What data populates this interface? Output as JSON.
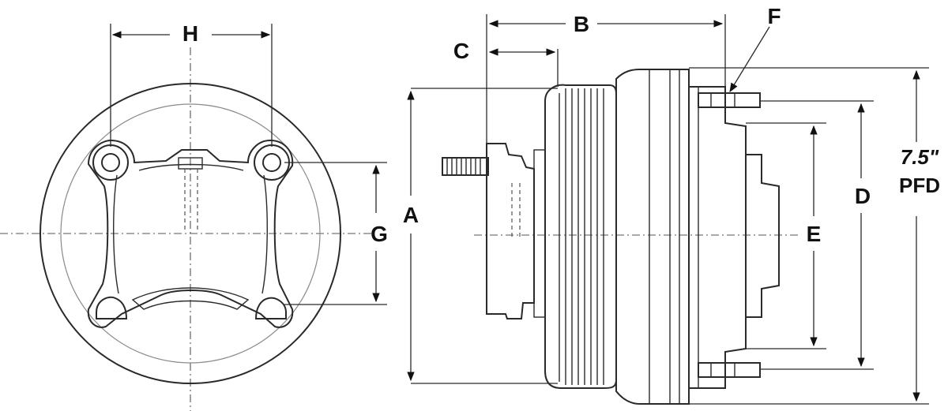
{
  "labels": {
    "H": "H",
    "G": "G",
    "A": "A",
    "B": "B",
    "C": "C",
    "D": "D",
    "E": "E",
    "F": "F",
    "pfd_value": "7.5\"",
    "pfd_unit": "PFD"
  }
}
